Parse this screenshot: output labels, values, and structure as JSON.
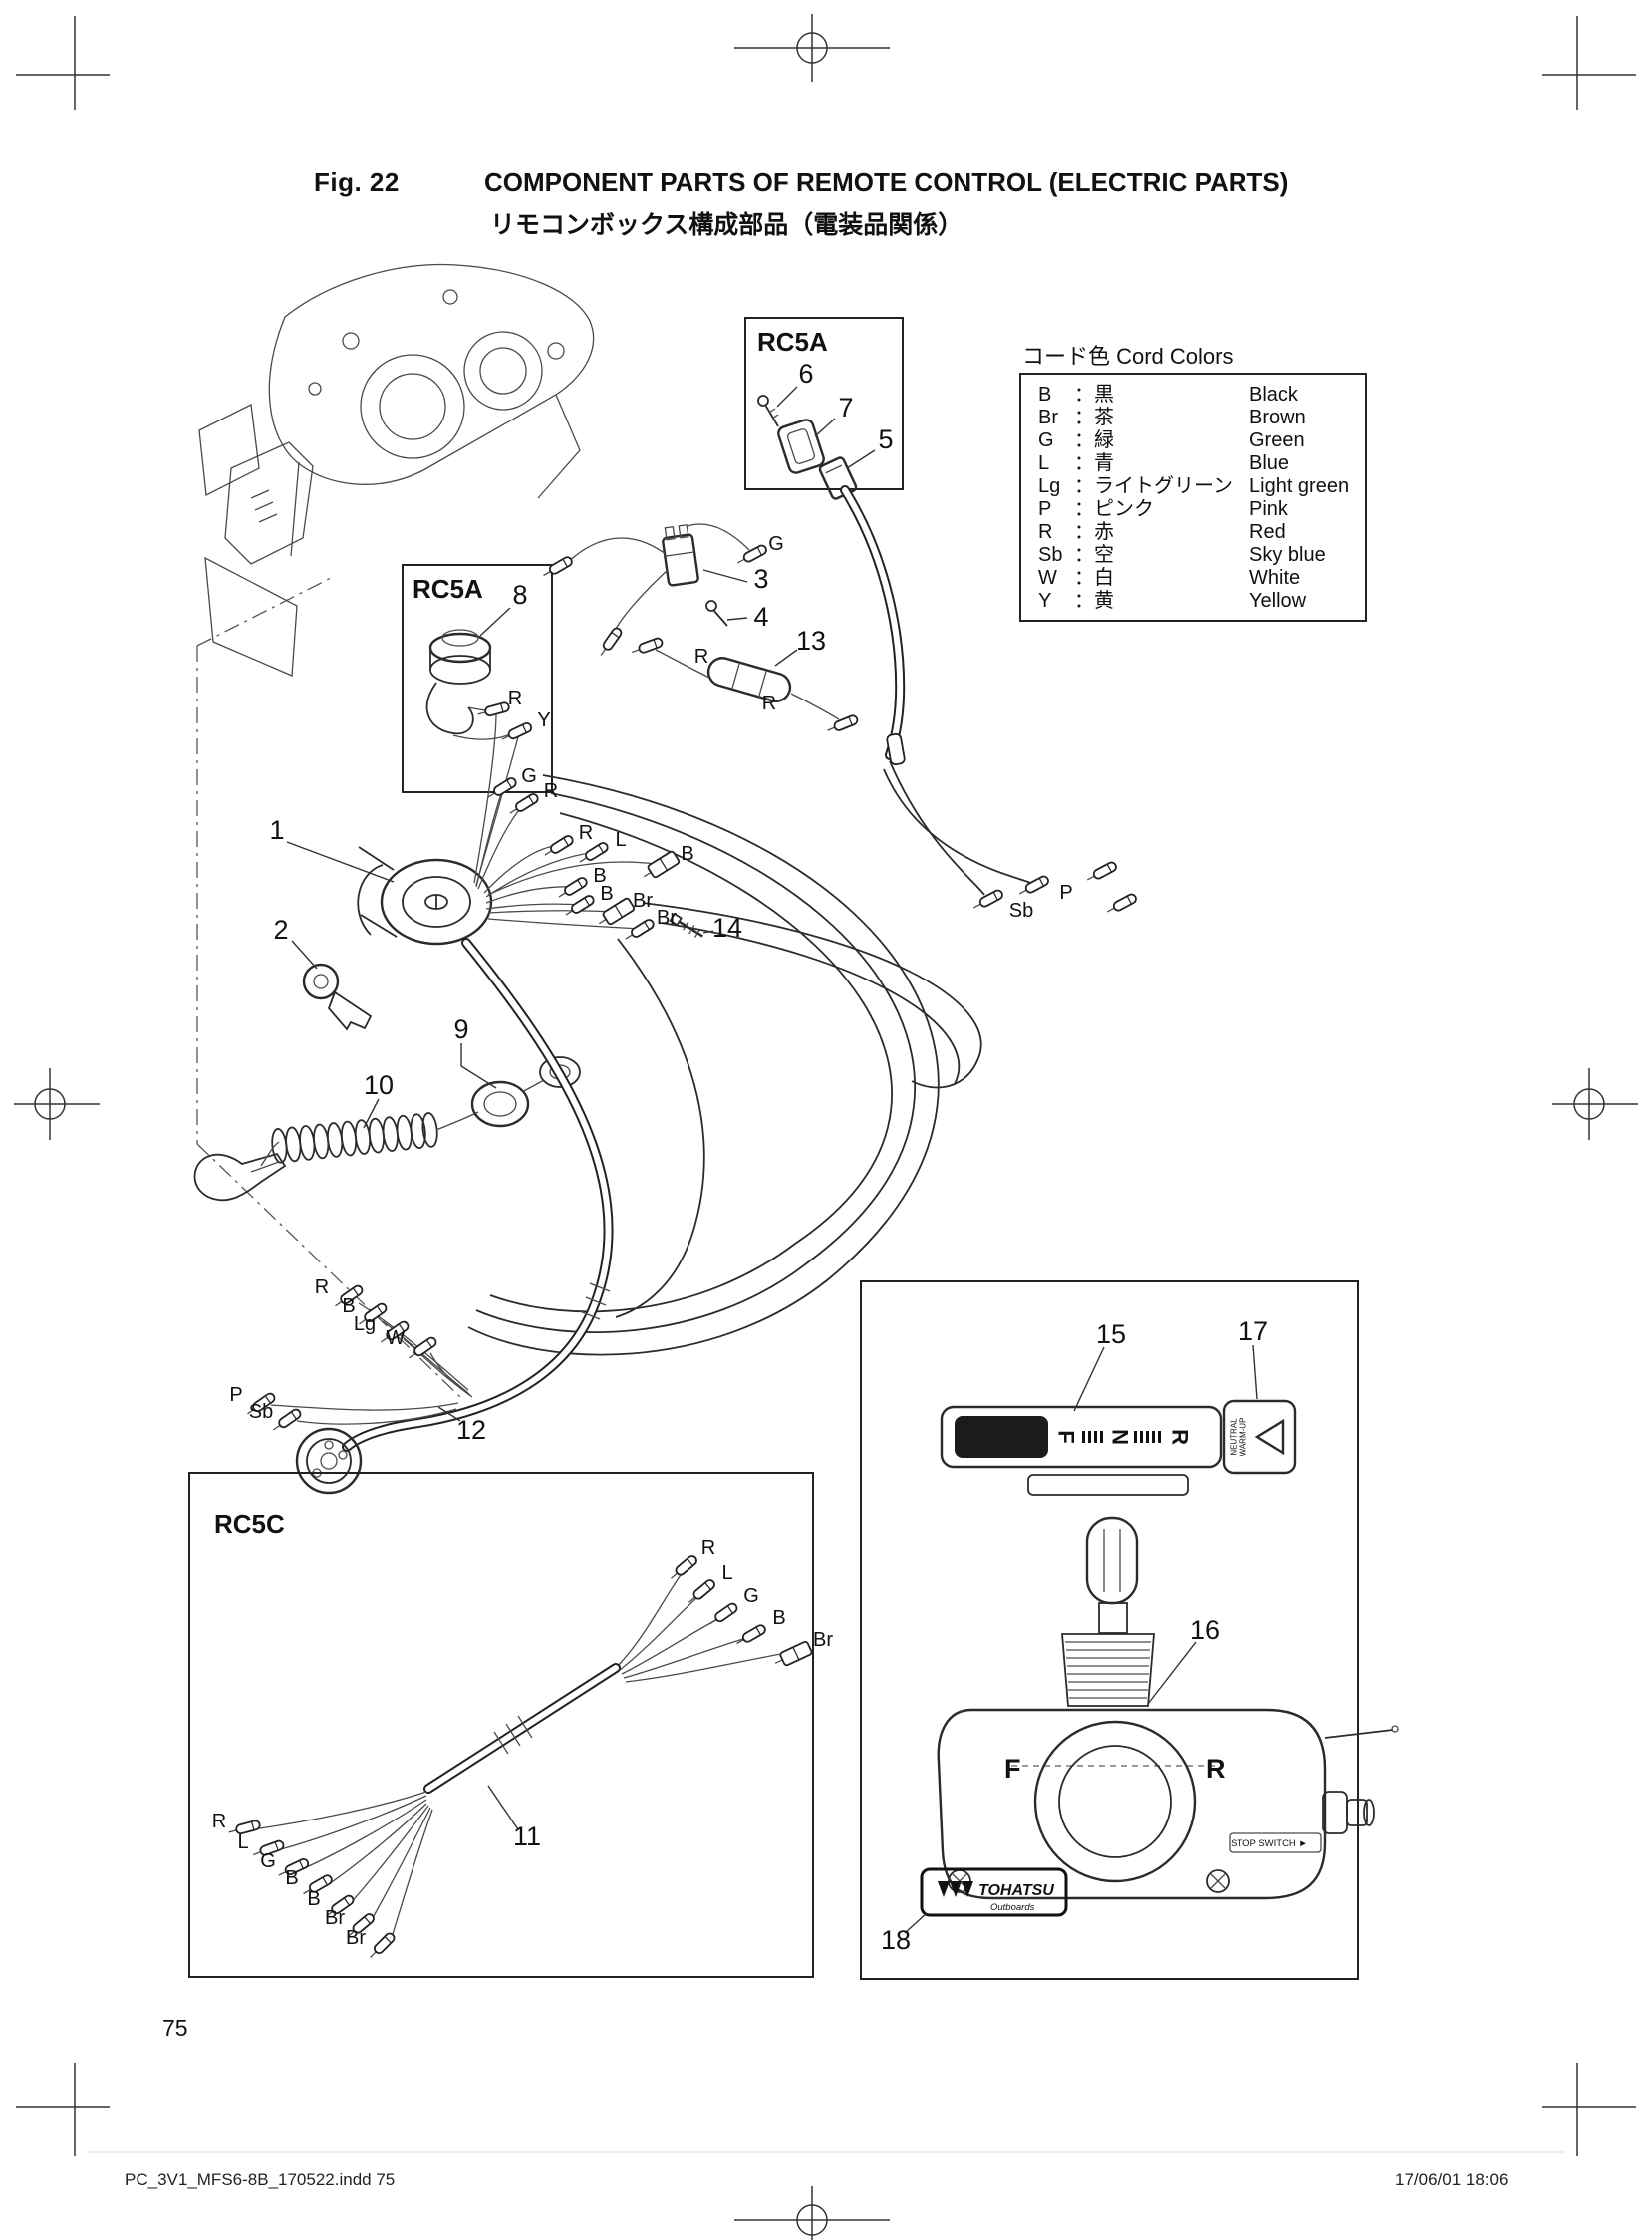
{
  "page": {
    "fig_label": "Fig. 22",
    "title_en": "COMPONENT PARTS OF REMOTE CONTROL (ELECTRIC PARTS)",
    "title_jp": "リモコンボックス構成部品（電装品関係）",
    "page_number": "75",
    "footer_left": "PC_3V1_MFS6-8B_170522.indd   75",
    "footer_right": "17/06/01   18:06"
  },
  "legend": {
    "title": "コード色 Cord Colors",
    "rows": [
      {
        "code": "B",
        "jp": "：黒",
        "en": "Black"
      },
      {
        "code": "Br",
        "jp": "：茶",
        "en": "Brown"
      },
      {
        "code": "G",
        "jp": "：緑",
        "en": "Green"
      },
      {
        "code": "L",
        "jp": "：青",
        "en": "Blue"
      },
      {
        "code": "Lg",
        "jp": "：ライトグリーン",
        "en": "Light green"
      },
      {
        "code": "P",
        "jp": "：ピンク",
        "en": "Pink"
      },
      {
        "code": "R",
        "jp": "：赤",
        "en": "Red"
      },
      {
        "code": "Sb",
        "jp": "：空",
        "en": "Sky blue"
      },
      {
        "code": "W",
        "jp": "：白",
        "en": "White"
      },
      {
        "code": "Y",
        "jp": "：黄",
        "en": "Yellow"
      }
    ]
  },
  "boxes": {
    "rc5a_top": "RC5A",
    "rc5a_mid": "RC5A",
    "rc5c": "RC5C"
  },
  "parts": {
    "n1": "1",
    "n2": "2",
    "n3": "3",
    "n4": "4",
    "n5": "5",
    "n6": "6",
    "n7": "7",
    "n8": "8",
    "n9": "9",
    "n10": "10",
    "n11": "11",
    "n12": "12",
    "n13": "13",
    "n14": "14",
    "n15": "15",
    "n16": "16",
    "n17": "17",
    "n18": "18"
  },
  "wires": {
    "g_item3": "G",
    "coil_r": "R",
    "coil_y": "Y",
    "fan_g": "G",
    "fan_r1": "R",
    "fan_r2": "R",
    "fan_l": "L",
    "fan_b1": "B",
    "fan_b2": "B",
    "fan_b3": "B",
    "fan_br1": "Br",
    "fan_br2": "Br",
    "fuse_r_left": "R",
    "fuse_r_right": "R",
    "right_sb": "Sb",
    "right_p": "P",
    "h12_r": "R",
    "h12_b": "B",
    "h12_lg": "Lg",
    "h12_w": "W",
    "h12_p": "P",
    "h12_sb": "Sb",
    "c_top_r": "R",
    "c_top_l": "L",
    "c_top_g": "G",
    "c_top_b": "B",
    "c_top_br": "Br",
    "c_bot_r": "R",
    "c_bot_l": "L",
    "c_bot_g": "G",
    "c_bot_b1": "B",
    "c_bot_b2": "B",
    "c_bot_br1": "Br",
    "c_bot_br2": "Br"
  },
  "control": {
    "shift_f": "F",
    "shift_n": "N",
    "shift_r": "R",
    "neutral_line1": "NEUTRAL",
    "neutral_line2": "WARM-UP",
    "body_f": "F",
    "body_r": "R",
    "stop_switch": "STOP SWITCH ►",
    "brand": "TOHATSU",
    "brand_sub": "Outboards"
  }
}
